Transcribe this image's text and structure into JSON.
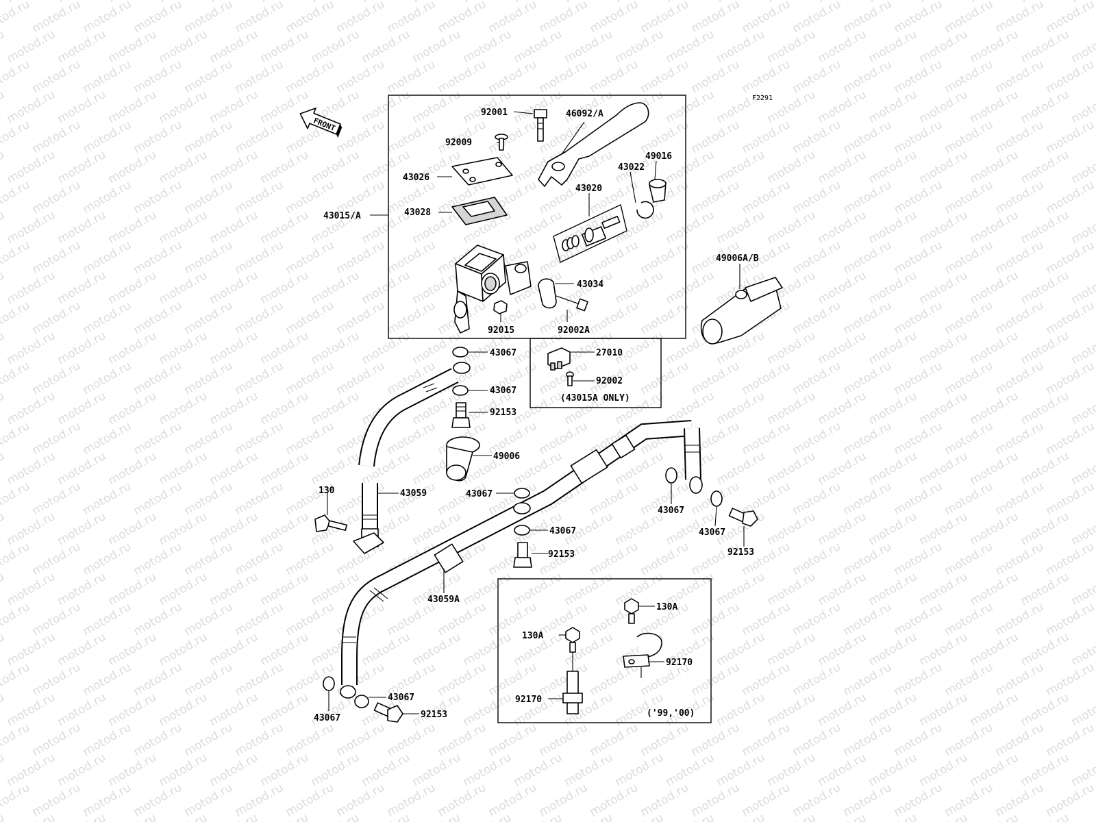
{
  "watermark": "motod.ru",
  "figure_code": "F2291",
  "front_label": "FRONT",
  "box_notes": {
    "switch_box": "(43015A ONLY)",
    "clamp_box": "('99,'00)"
  },
  "parts": {
    "p92001": "92001",
    "p46092": "46092/A",
    "p92009": "92009",
    "p49016": "49016",
    "p43026": "43026",
    "p43022": "43022",
    "p43020": "43020",
    "p43028": "43028",
    "p43015": "43015/A",
    "p49006ab": "49006A/B",
    "p43034": "43034",
    "p92015": "92015",
    "p92002A": "92002A",
    "p27010": "27010",
    "p92002": "92002",
    "p43067_a": "43067",
    "p43067_b": "43067",
    "p92153_a": "92153",
    "p49006": "49006",
    "p43059": "43059",
    "p130": "130",
    "p43067_c": "43067",
    "p43067_d": "43067",
    "p43067_e": "43067",
    "p92153_b": "92153",
    "p43067_f": "43067",
    "p92153_c": "92153",
    "p43059A": "43059A",
    "p130A_a": "130A",
    "p130A_b": "130A",
    "p92170_a": "92170",
    "p92170_b": "92170",
    "p43067_g": "43067",
    "p43067_h": "43067",
    "p92153_d": "92153"
  }
}
